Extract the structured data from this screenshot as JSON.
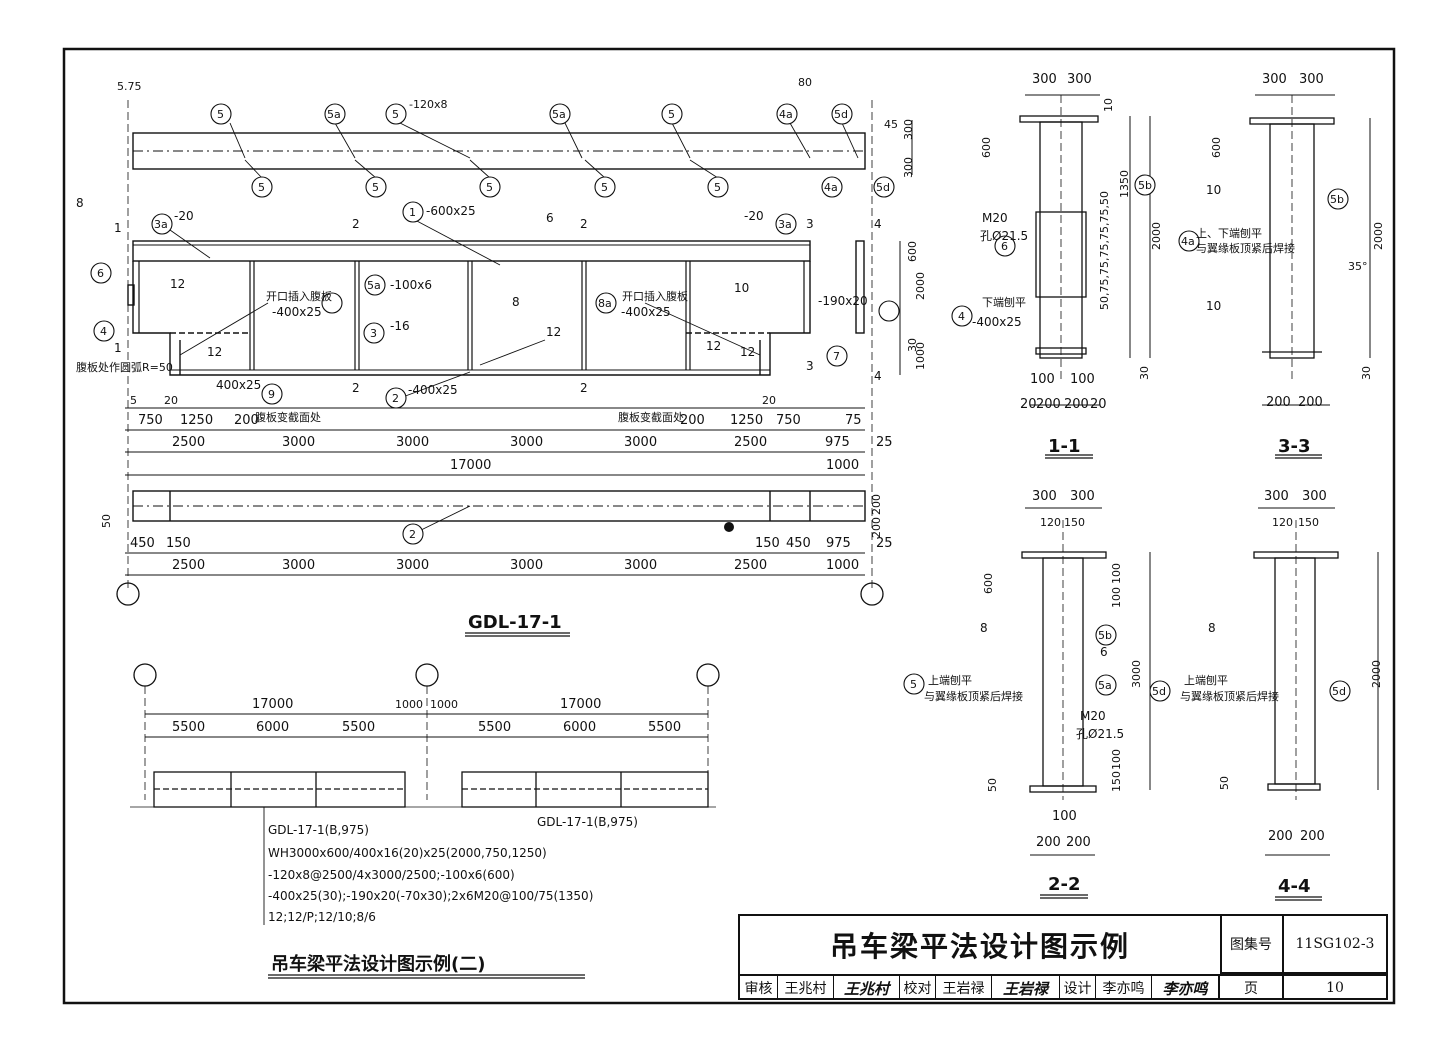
{
  "title_block": {
    "title": "吊车梁平法设计图示例",
    "atlas_label": "图集号",
    "atlas_no": "11SG102-3",
    "page_label": "页",
    "page_no": "10",
    "review_label": "审核",
    "reviewer": "王兆村",
    "reviewer_sig": "王兆村",
    "check_label": "校对",
    "checker": "王岩禄",
    "checker_sig": "王岩禄",
    "design_label": "设计",
    "designer": "李亦鸣",
    "designer_sig": "李亦鸣"
  },
  "elevation": {
    "caption": "GDL-17-1",
    "top_dims": [
      "5.75",
      "80",
      "45",
      "300",
      "300"
    ],
    "top_tags": [
      "5",
      "5a",
      "5",
      "5a",
      "5",
      "4a",
      "5d",
      "5",
      "5",
      "5",
      "5",
      "5",
      "4a",
      "5d"
    ],
    "plate_120x8": "-120x8",
    "flange_top": "-600x25",
    "web": "-16",
    "flange_bot": "-400x25",
    "stiff_left": "-20",
    "stiff_right": "-20",
    "stiff_100x6": "-100x6",
    "plate_190x20": "-190x20",
    "note_open_left": "开口插入腹板",
    "note_open_right": "开口插入腹板",
    "plate_400x25_l": "-400x25",
    "plate_400x25_r": "-400x25",
    "bottom_plate": "400x25",
    "note_web_cut": "腹板处作圆弧R=50",
    "note_web_change_l": "腹板变截面处",
    "note_web_change_r": "腹板变截面处",
    "right_dims": [
      "600",
      "2000",
      "30",
      "1000"
    ],
    "weld_marks": [
      "8",
      "12",
      "6",
      "8",
      "12",
      "10",
      "12",
      "12",
      "12"
    ],
    "sec_marks": [
      "1",
      "1",
      "2",
      "2",
      "2",
      "2",
      "3",
      "3",
      "4",
      "4"
    ],
    "dim_row1": [
      "5",
      "20",
      "750",
      "1250",
      "200",
      "200",
      "1250",
      "20",
      "750",
      "75"
    ],
    "dim_row2": [
      "2500",
      "3000",
      "3000",
      "3000",
      "3000",
      "2500",
      "975",
      "25"
    ],
    "dim_total": [
      "17000",
      "1000"
    ],
    "plan_dims_r": [
      "200",
      "200"
    ],
    "plan_dim_l": "50",
    "plan_row": [
      "450",
      "150",
      "150",
      "450",
      "975",
      "25"
    ],
    "plan_row2": [
      "2500",
      "3000",
      "3000",
      "3000",
      "3000",
      "2500",
      "1000"
    ],
    "tags_num": [
      "1",
      "2",
      "3",
      "4",
      "5a",
      "6",
      "7",
      "8a",
      "9",
      "2",
      "3a",
      "3a"
    ]
  },
  "example2": {
    "caption": "吊车梁平法设计图示例(二)",
    "span_l": "17000",
    "span_r": "17000",
    "gap_l": "1000",
    "gap_r": "1000",
    "segs_l": [
      "5500",
      "6000",
      "5500"
    ],
    "segs_r": [
      "5500",
      "6000",
      "5500"
    ],
    "label_r": "GDL-17-1(B,975)",
    "lines": [
      "GDL-17-1(B,975)",
      "WH3000x600/400x16(20)x25(2000,750,1250)",
      "-120x8@2500/4x3000/2500;-100x6(600)",
      "-400x25(30);-190x20(-70x30);2x6M20@100/75(1350)",
      "12;12/P;12/10;8/6"
    ]
  },
  "sec11": {
    "caption": "1-1",
    "top": [
      "300",
      "300"
    ],
    "left": [
      "600"
    ],
    "right": [
      "10",
      "1350",
      "2000",
      "30"
    ],
    "bolt": "M20",
    "hole": "孔Ø21.5",
    "bolt_dims": "50,75,75,75,75,75,50",
    "note": "下端刨平",
    "plate": "-400x25",
    "bottom": [
      "100",
      "100",
      "20",
      "200",
      "200",
      "20"
    ],
    "tags": [
      "5b",
      "6",
      "4"
    ]
  },
  "sec33": {
    "caption": "3-3",
    "top": [
      "300",
      "300"
    ],
    "left": [
      "600"
    ],
    "right": [
      "2000",
      "30"
    ],
    "note1": "上、下端刨平",
    "note2": "与翼缘板顶紧后焊接",
    "weld": [
      "10",
      "10"
    ],
    "bottom": [
      "200",
      "200"
    ],
    "tags": [
      "5b",
      "4a"
    ],
    "angle": "35°"
  },
  "sec22": {
    "caption": "2-2",
    "top": [
      "300",
      "300"
    ],
    "mid": [
      "120",
      "150"
    ],
    "left": [
      "600"
    ],
    "right": [
      "100",
      "100",
      "3000",
      "100",
      "150"
    ],
    "bolt": "M20",
    "hole": "孔Ø21.5",
    "note1": "上端刨平",
    "note2": "与翼缘板顶紧后焊接",
    "weld": [
      "8",
      "6"
    ],
    "left_dim": "50",
    "bottom": [
      "100",
      "200",
      "200"
    ],
    "tags": [
      "5",
      "5b",
      "5a"
    ]
  },
  "sec44": {
    "caption": "4-4",
    "top": [
      "300",
      "300"
    ],
    "mid": [
      "120",
      "150"
    ],
    "right": [
      "2000"
    ],
    "note1": "上端刨平",
    "note2": "与翼缘板顶紧后焊接",
    "weld": [
      "8"
    ],
    "left_dim": "50",
    "bottom": [
      "200",
      "200"
    ],
    "tags": [
      "5d",
      "5d"
    ]
  }
}
